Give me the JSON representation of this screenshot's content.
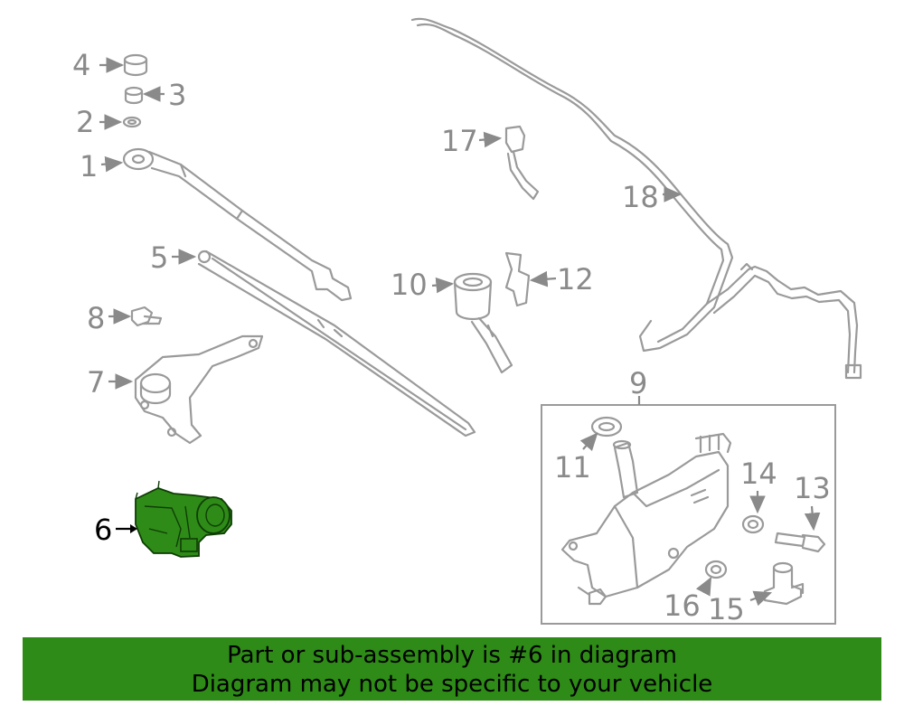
{
  "callouts": [
    {
      "id": "4",
      "label": "4"
    },
    {
      "id": "3",
      "label": "3"
    },
    {
      "id": "2",
      "label": "2"
    },
    {
      "id": "1",
      "label": "1"
    },
    {
      "id": "5",
      "label": "5"
    },
    {
      "id": "8",
      "label": "8"
    },
    {
      "id": "7",
      "label": "7"
    },
    {
      "id": "6",
      "label": "6"
    },
    {
      "id": "17",
      "label": "17"
    },
    {
      "id": "18",
      "label": "18"
    },
    {
      "id": "10",
      "label": "10"
    },
    {
      "id": "12",
      "label": "12"
    },
    {
      "id": "9",
      "label": "9"
    },
    {
      "id": "11",
      "label": "11"
    },
    {
      "id": "14",
      "label": "14"
    },
    {
      "id": "13",
      "label": "13"
    },
    {
      "id": "16",
      "label": "16"
    },
    {
      "id": "15",
      "label": "15"
    }
  ],
  "highlight": {
    "part": "6",
    "color": "#2e8b17"
  },
  "banner": {
    "line1": "Part or sub-assembly is #6 in diagram",
    "line2": "Diagram may not be specific to your vehicle",
    "color": "#2e8b17"
  }
}
